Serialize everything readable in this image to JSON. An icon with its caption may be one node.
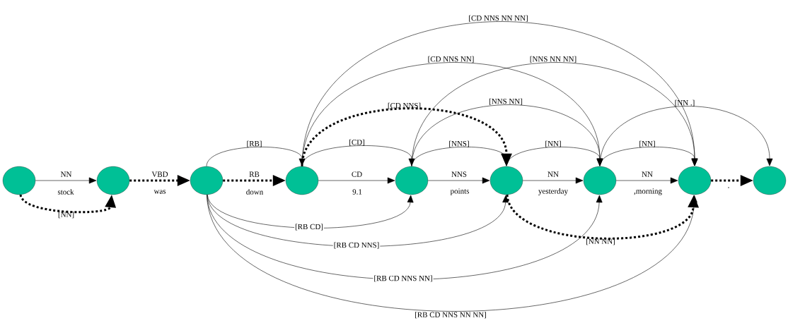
{
  "diagram": {
    "nodes": [
      {
        "text": [],
        "shape": "circle"
      },
      {
        "text": [],
        "shape": "circle"
      },
      {
        "text": [],
        "shape": "circle"
      },
      {
        "text": [],
        "shape": "circle"
      },
      {
        "text": [],
        "shape": "circle"
      },
      {
        "text": [],
        "shape": "circle"
      },
      {
        "text": [],
        "shape": "circle"
      },
      {
        "text": [],
        "shape": "circle"
      },
      {
        "text": [],
        "shape": "circle"
      }
    ],
    "edges": [
      {
        "from": 0,
        "to": 1,
        "arrow": "to",
        "label": "NN"
      },
      {
        "from": 1,
        "to": 2,
        "arrow": "to",
        "label": "VBD",
        "style": "dashed"
      },
      {
        "from": 2,
        "to": 3,
        "arrow": "to",
        "label": "RB",
        "style": "dashed"
      },
      {
        "from": 3,
        "to": 4,
        "arrow": "to",
        "label": "CD"
      },
      {
        "from": 4,
        "to": 5,
        "arrow": "to",
        "label": "NNS"
      },
      {
        "from": 5,
        "to": 6,
        "arrow": "to",
        "label": "NN"
      },
      {
        "from": 6,
        "to": 7,
        "arrow": "to",
        "label": "NN"
      },
      {
        "from": 7,
        "to": 8,
        "arrow": "to",
        "style": "dashed"
      },
      {
        "from": 0,
        "to": 1,
        "arrow": "to",
        "label": "[NN]",
        "style": "dashed"
      },
      {
        "from": 2,
        "to": 3,
        "arrow": "to",
        "label": "[RB]"
      },
      {
        "from": 3,
        "to": 4,
        "arrow": "to",
        "label": "[CD]"
      },
      {
        "from": 4,
        "to": 5,
        "arrow": "to",
        "label": "[NNS]"
      },
      {
        "from": 5,
        "to": 6,
        "arrow": "to",
        "label": "[NN]"
      },
      {
        "from": 6,
        "to": 7,
        "arrow": "to",
        "label": "[NN]"
      },
      {
        "from": 3,
        "to": 5,
        "arrow": "to",
        "label": "[CD NNS]",
        "style": "dashed"
      },
      {
        "from": 4,
        "to": 6,
        "arrow": "to",
        "label": "[NNS NN]"
      },
      {
        "from": 6,
        "to": 8,
        "arrow": "to",
        "label": "[NN .]"
      },
      {
        "from": 3,
        "to": 6,
        "arrow": "to",
        "label": "[CD NNS NN]"
      },
      {
        "from": 4,
        "to": 7,
        "arrow": "to",
        "label": "[NNS NN NN]"
      },
      {
        "from": 3,
        "to": 7,
        "arrow": "to",
        "label": "[CD NNS NN NN]"
      },
      {
        "from": 2,
        "to": 4,
        "arrow": "to",
        "label": "[RB CD]"
      },
      {
        "from": 2,
        "to": 5,
        "arrow": "to",
        "label": "[RB CD NNS]"
      },
      {
        "from": 5,
        "to": 7,
        "arrow": "to",
        "label": "[NN NN]",
        "style": "dashed"
      },
      {
        "from": 2,
        "to": 6,
        "arrow": "to",
        "label": "[RB CD NNS NN]"
      },
      {
        "from": 2,
        "to": 7,
        "arrow": "to",
        "label": "[RB CD NNS NN NN]"
      }
    ],
    "labels": [
      "stock",
      "was",
      "down",
      "9.1",
      "points",
      "yesterday",
      ",morning",
      "."
    ]
  }
}
